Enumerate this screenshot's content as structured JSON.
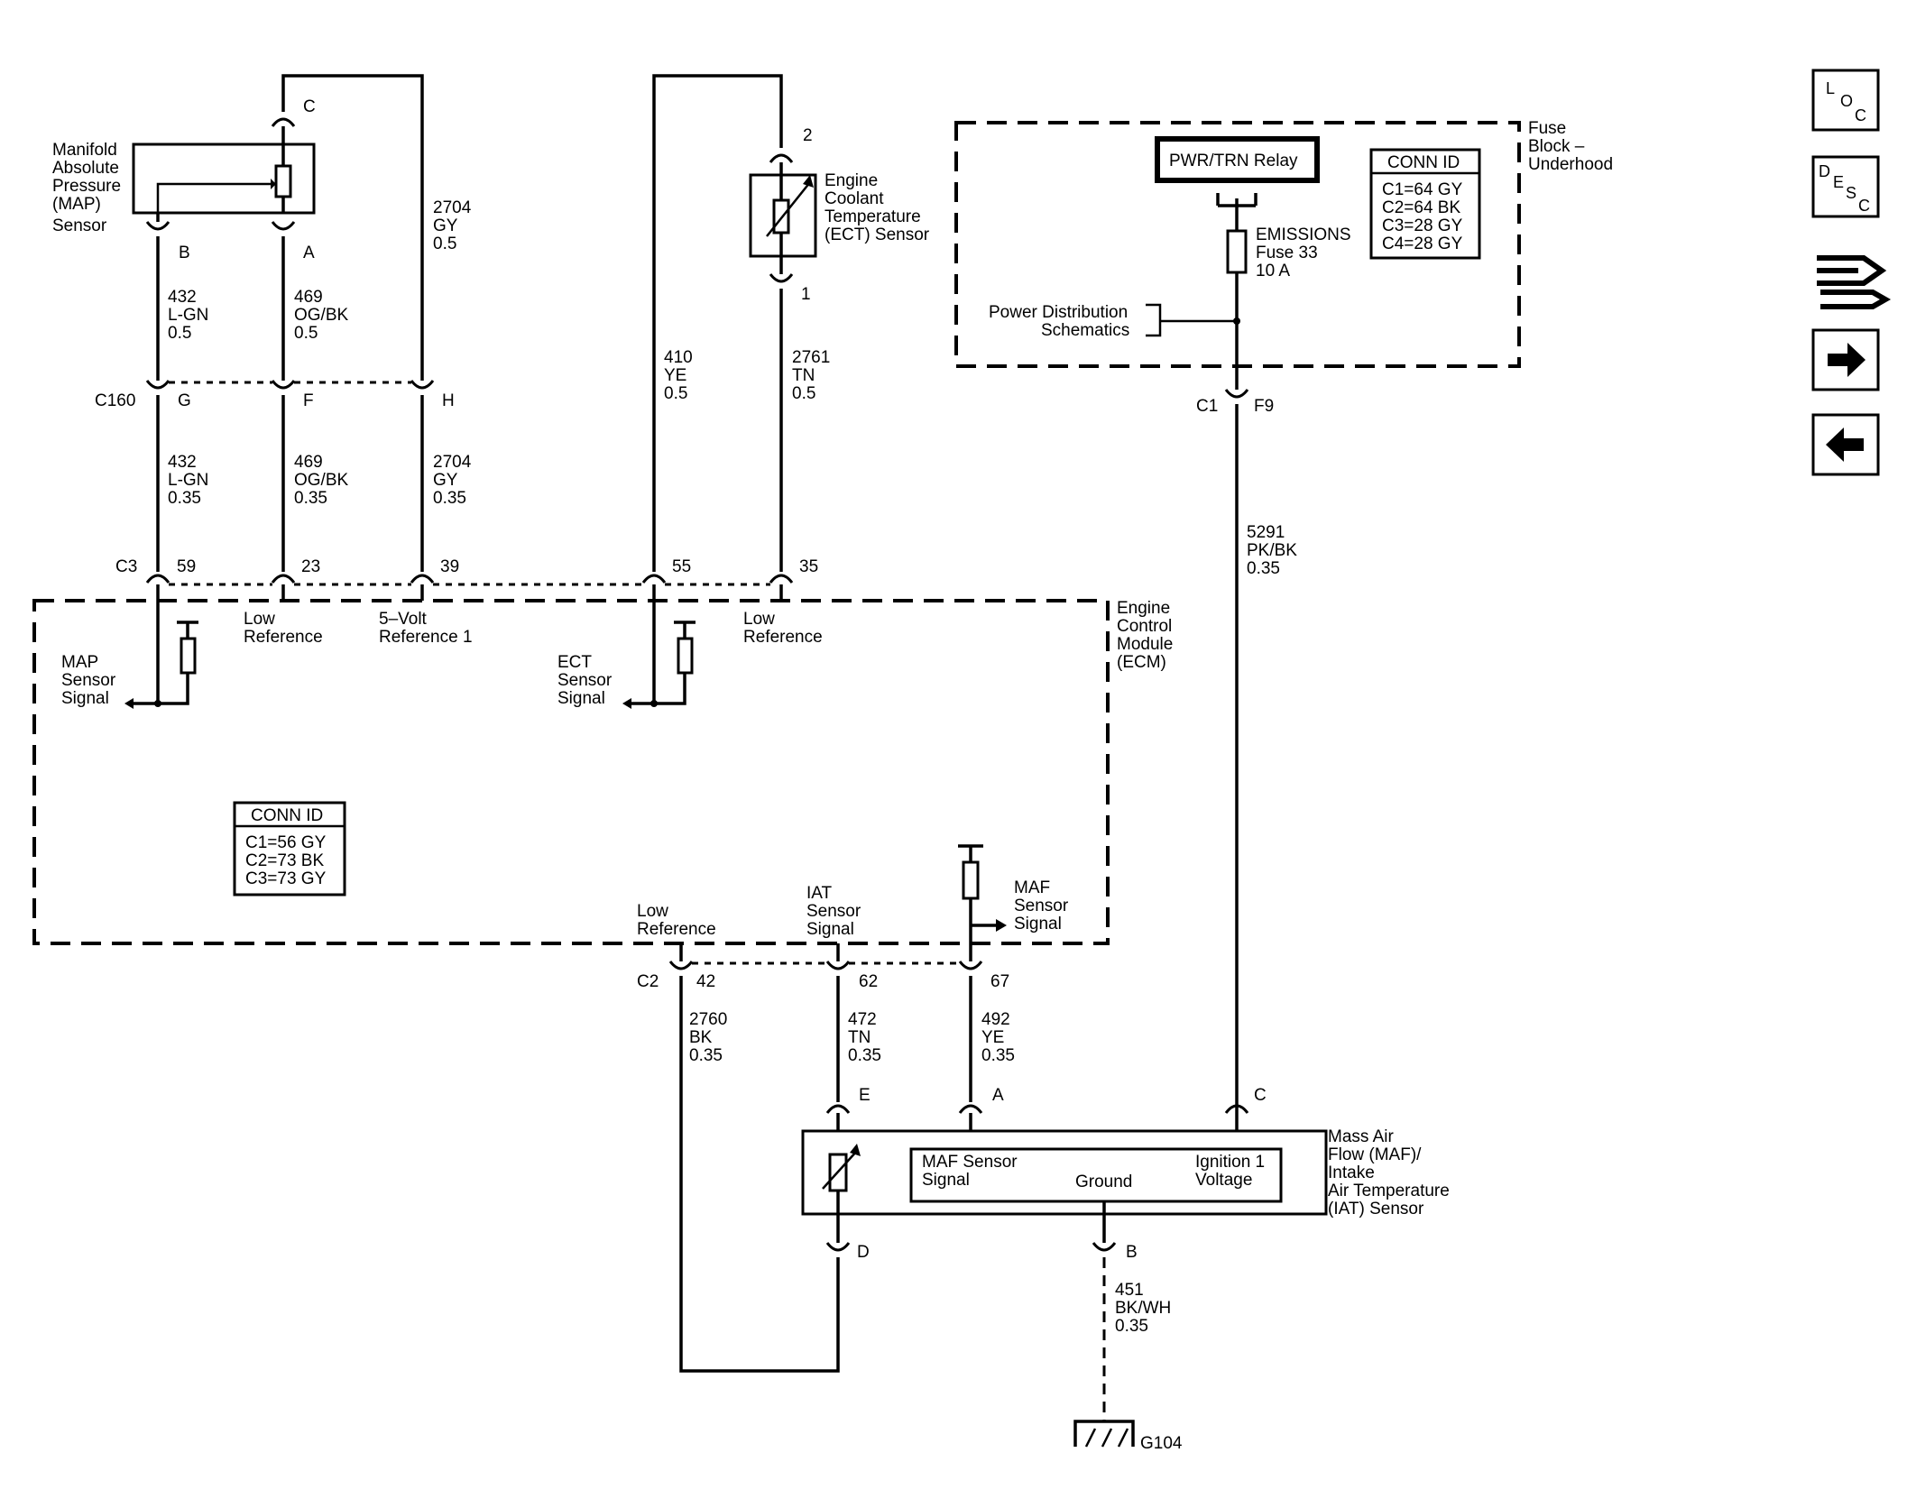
{
  "map_sensor": {
    "name": [
      "Manifold",
      "Absolute",
      "Pressure",
      "(MAP)",
      "Sensor"
    ],
    "pins": {
      "top": "C",
      "left": "B",
      "right": "A"
    }
  },
  "ect_sensor": {
    "name": [
      "Engine",
      "Coolant",
      "Temperature",
      "(ECT) Sensor"
    ],
    "pins": {
      "top": "2",
      "bottom": "1"
    }
  },
  "fuse_block": {
    "name": [
      "Fuse",
      "Block –",
      "Underhood"
    ],
    "relay": "PWR/TRN Relay",
    "fuse": [
      "EMISSIONS",
      "Fuse 33",
      "10 A"
    ],
    "power_dist": [
      "Power Distribution",
      "Schematics"
    ],
    "conn_id_title": "CONN ID",
    "conn_ids": [
      "C1=64 GY",
      "C2=64 BK",
      "C3=28 GY",
      "C4=28 GY"
    ],
    "out_connector": "C1",
    "out_pin": "F9"
  },
  "wires": {
    "w432_a": [
      "432",
      "L-GN",
      "0.5"
    ],
    "w469_a": [
      "469",
      "OG/BK",
      "0.5"
    ],
    "w2704_a": [
      "2704",
      "GY",
      "0.5"
    ],
    "w432_b": [
      "432",
      "L-GN",
      "0.35"
    ],
    "w469_b": [
      "469",
      "OG/BK",
      "0.35"
    ],
    "w2704_b": [
      "2704",
      "GY",
      "0.35"
    ],
    "w410": [
      "410",
      "YE",
      "0.5"
    ],
    "w2761": [
      "2761",
      "TN",
      "0.5"
    ],
    "w5291": [
      "5291",
      "PK/BK",
      "0.35"
    ],
    "w2760": [
      "2760",
      "BK",
      "0.35"
    ],
    "w472": [
      "472",
      "TN",
      "0.35"
    ],
    "w492": [
      "492",
      "YE",
      "0.35"
    ],
    "w451": [
      "451",
      "BK/WH",
      "0.35"
    ]
  },
  "c160": {
    "name": "C160",
    "pins": [
      "G",
      "F",
      "H"
    ]
  },
  "c3": {
    "name": "C3",
    "pins": [
      "59",
      "23",
      "39",
      "55",
      "35"
    ]
  },
  "c2": {
    "name": "C2",
    "pins": [
      "42",
      "62",
      "67"
    ]
  },
  "ecm": {
    "name": [
      "Engine",
      "Control",
      "Module",
      "(ECM)"
    ],
    "low_ref": [
      "Low",
      "Reference"
    ],
    "five_volt": [
      "5–Volt",
      "Reference 1"
    ],
    "low_ref2": [
      "Low",
      "Reference"
    ],
    "map_signal": [
      "MAP",
      "Sensor",
      "Signal"
    ],
    "ect_signal": [
      "ECT",
      "Sensor",
      "Signal"
    ],
    "low_ref3": [
      "Low",
      "Reference"
    ],
    "iat_signal": [
      "IAT",
      "Sensor",
      "Signal"
    ],
    "maf_signal": [
      "MAF",
      "Sensor",
      "Signal"
    ],
    "conn_id_title": "CONN ID",
    "conn_ids": [
      "C1=56 GY",
      "C2=73 BK",
      "C3=73 GY"
    ]
  },
  "maf_sensor": {
    "name": [
      "Mass Air",
      "Flow (MAF)/",
      "Intake",
      "Air Temperature",
      "(IAT) Sensor"
    ],
    "maf_signal": [
      "MAF Sensor",
      "Signal"
    ],
    "ground": "Ground",
    "ignition": [
      "Ignition 1",
      "Voltage"
    ],
    "pins": {
      "e": "E",
      "a": "A",
      "c": "C",
      "d": "D",
      "b": "B"
    }
  },
  "ground": {
    "name": "G104"
  },
  "nav": {
    "loc": [
      "L",
      "O",
      "C"
    ],
    "desc": [
      "D",
      "E",
      "S",
      "C"
    ],
    "icons": [
      "loc-icon",
      "desc-icon",
      "connector-icon",
      "next-arrow-icon",
      "back-arrow-icon"
    ]
  }
}
